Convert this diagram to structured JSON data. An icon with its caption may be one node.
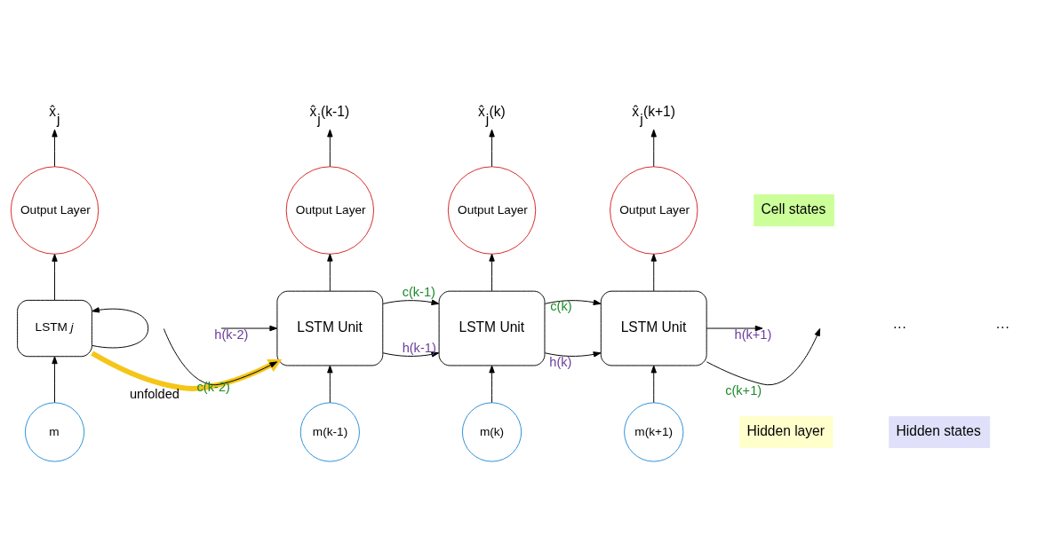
{
  "diagram": {
    "nodes": [
      {
        "text": [
          "x̂$_{j}$"
        ]
      },
      {
        "text": [
          "Output Layer"
        ]
      },
      {
        "text": [
          "LSTM *j*"
        ]
      },
      {
        "text": [
          "m"
        ]
      },
      {
        "text": [
          "Hidden layer"
        ]
      },
      {
        "text": [
          "x̂$_{j}$(k-1)"
        ]
      },
      {
        "text": [
          "x̂$_{j}$(k)"
        ]
      },
      {
        "text": [
          "x̂$_{j}$(k+1)"
        ]
      },
      {
        "text": [
          "Output Layer"
        ]
      },
      {
        "text": [
          "Output Layer"
        ]
      },
      {
        "text": [
          "Output Layer"
        ]
      },
      {
        "text": [
          "Cell states"
        ]
      },
      {
        "text": [
          "LSTM Unit"
        ]
      },
      {
        "text": [
          "LSTM Unit"
        ]
      },
      {
        "text": [
          "LSTM Unit"
        ]
      },
      {
        "text": [
          "Hidden states"
        ]
      },
      {
        "text": [
          "m(k-1)"
        ]
      },
      {
        "text": [
          "m(k)"
        ]
      },
      {
        "text": [
          "m(k+1)"
        ]
      }
    ],
    "edges": [
      {
        "from": 1,
        "to": 0,
        "arrow": "to"
      },
      {
        "from": 2,
        "to": 1,
        "arrow": "to"
      },
      {
        "from": 3,
        "to": 2,
        "arrow": "to"
      },
      {
        "from": 2,
        "to": 2,
        "arrow": "to"
      },
      {
        "from": 2,
        "to": 12,
        "arrow": "to",
        "label": "unfolded",
        "style": "thick",
        "color": "#f5c518"
      },
      {
        "from": null,
        "to": 12,
        "arrow": "to",
        "label": "c(k-2)"
      },
      {
        "from": null,
        "to": 12,
        "arrow": "to",
        "label": "h(k-2)"
      },
      {
        "from": 12,
        "to": 13,
        "arrow": "to",
        "label": "c(k-1)"
      },
      {
        "from": 12,
        "to": 13,
        "arrow": "to",
        "label": "h(k-1)"
      },
      {
        "from": 13,
        "to": 14,
        "arrow": "to",
        "label": "c(k)"
      },
      {
        "from": 13,
        "to": 14,
        "arrow": "to",
        "label": "h(k)"
      },
      {
        "from": 14,
        "to": null,
        "arrow": "to",
        "label": "c(k+1)"
      },
      {
        "from": 14,
        "to": null,
        "arrow": "to",
        "label": "h(k+1)"
      },
      {
        "from": 12,
        "to": 8,
        "arrow": "to"
      },
      {
        "from": 8,
        "to": 5,
        "arrow": "to"
      },
      {
        "from": 13,
        "to": 9,
        "arrow": "to"
      },
      {
        "from": 9,
        "to": 6,
        "arrow": "to"
      },
      {
        "from": 14,
        "to": 10,
        "arrow": "to"
      },
      {
        "from": 10,
        "to": 7,
        "arrow": "to"
      },
      {
        "from": 16,
        "to": 12,
        "arrow": "to"
      },
      {
        "from": 17,
        "to": 13,
        "arrow": "to"
      },
      {
        "from": 18,
        "to": 14,
        "arrow": "to"
      }
    ],
    "labels": [
      "···",
      "···"
    ]
  }
}
